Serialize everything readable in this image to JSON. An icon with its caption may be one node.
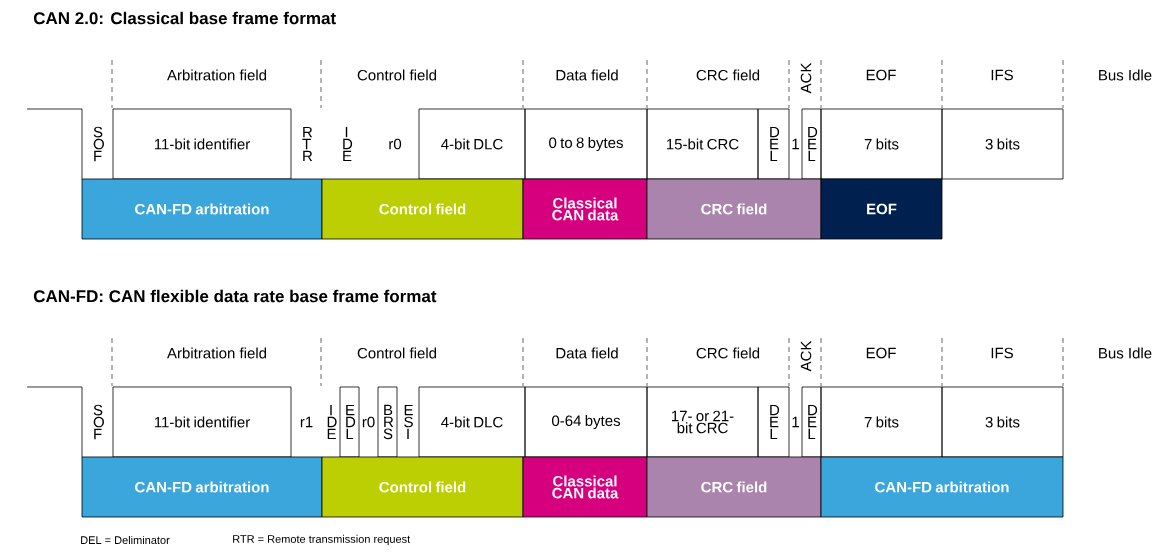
{
  "diagram": {
    "title": "CAN 2.0: Classical base frame format",
    "nodes": [
      {
        "text": [
          "S O F"
        ]
      },
      {
        "text": [
          "11-bit identifier"
        ]
      },
      {
        "text": [
          "R T R"
        ]
      },
      {
        "text": [
          "I D E"
        ]
      },
      {
        "text": [
          "r0"
        ]
      },
      {
        "text": [
          "4-bit DLC"
        ]
      },
      {
        "text": [
          "0 to 8 bytes"
        ]
      },
      {
        "text": [
          "15-bit CRC"
        ]
      },
      {
        "text": [
          "D E L"
        ]
      },
      {
        "text": [
          "1"
        ]
      },
      {
        "text": [
          "D E L"
        ]
      },
      {
        "text": [
          "7 bits"
        ]
      },
      {
        "text": [
          "3 bits"
        ]
      },
      {
        "text": [
          "CAN-FD arbitration"
        ]
      },
      {
        "text": [
          "Control field"
        ]
      },
      {
        "text": [
          "Classical CAN data"
        ]
      },
      {
        "text": [
          "CRC field"
        ]
      },
      {
        "text": [
          "EOF"
        ]
      },
      {
        "text": [
          "S O F"
        ]
      },
      {
        "text": [
          "11-bit identifier"
        ]
      },
      {
        "text": [
          "r1"
        ]
      },
      {
        "text": [
          "I D E"
        ]
      },
      {
        "text": [
          "E D L"
        ]
      },
      {
        "text": [
          "r0"
        ]
      },
      {
        "text": [
          "B R S"
        ]
      },
      {
        "text": [
          "E S I"
        ]
      },
      {
        "text": [
          "4-bit DLC"
        ]
      },
      {
        "text": [
          "0-64 bytes"
        ]
      },
      {
        "text": [
          "17- or 21-bit CRC"
        ]
      },
      {
        "text": [
          "D E L"
        ]
      },
      {
        "text": [
          "1"
        ]
      },
      {
        "text": [
          "D E L"
        ]
      },
      {
        "text": [
          "7 bits"
        ]
      },
      {
        "text": [
          "3 bits"
        ]
      },
      {
        "text": [
          "CAN-FD arbitration"
        ]
      },
      {
        "text": [
          "Control field"
        ]
      },
      {
        "text": [
          "Classical CAN data"
        ]
      },
      {
        "text": [
          "CRC field"
        ]
      },
      {
        "text": [
          "CAN-FD arbitration"
        ]
      }
    ],
    "labels": [
      "Arbitration field",
      "Control field",
      "Data field",
      "CRC field",
      "ACK",
      "EOF",
      "IFS",
      "Bus Idle",
      "CAN-FD: CAN flexible data rate base frame format",
      "Arbitration field",
      "Control field",
      "Data field",
      "CRC field",
      "ACK",
      "EOF",
      "IFS",
      "Bus Idle",
      "DEL = Deliminator",
      "RTR = Remote transmission request"
    ]
  }
}
